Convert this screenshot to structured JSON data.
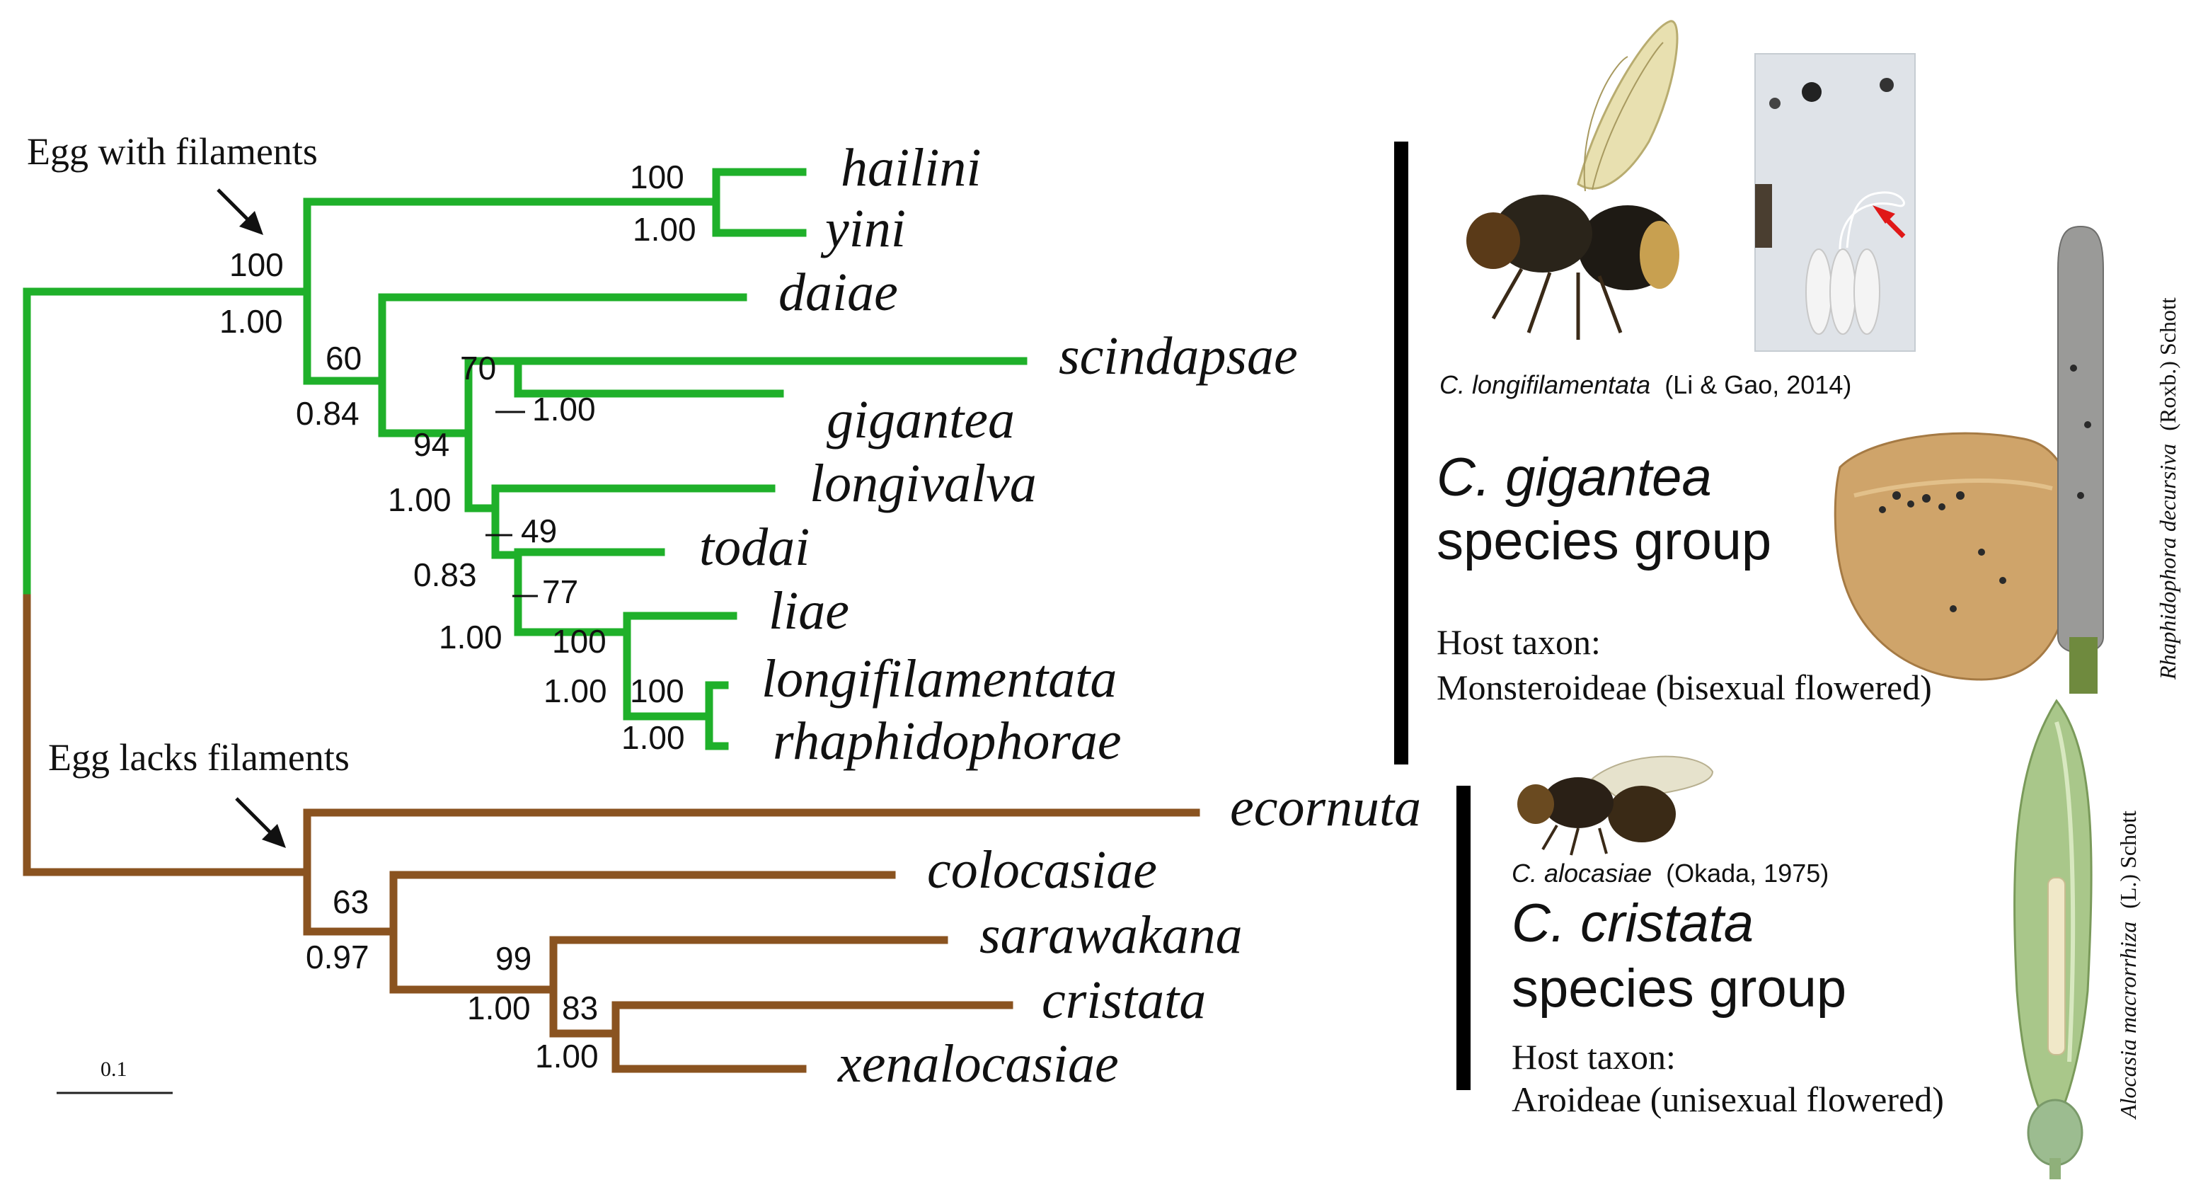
{
  "colors": {
    "group_a": "#1fb02a",
    "group_b": "#8a5320",
    "bar": "#000000"
  },
  "annotations": {
    "egg_with": "Egg with filaments",
    "egg_lacks": "Egg lacks filaments"
  },
  "scale_bar": {
    "label": "0.1"
  },
  "taxa": {
    "hailini": "hailini",
    "yini": "yini",
    "daiae": "daiae",
    "scindapsae": "scindapsae",
    "gigantea": "gigantea",
    "longivalva": "longivalva",
    "todai": "todai",
    "liae": "liae",
    "longifilamentata": "longifilamentata",
    "rhaphidophorae": "rhaphidophorae",
    "ecornuta": "ecornuta",
    "colocasiae": "colocasiae",
    "sarawakana": "sarawakana",
    "cristata": "cristata",
    "xenalocasiae": "xenalocasiae"
  },
  "supports": {
    "hy_bs": "100",
    "hy_pp": "1.00",
    "a_bs": "100",
    "a_pp": "1.00",
    "n60_bs": "60",
    "n60_pp": "0.84",
    "n70_bs": "70",
    "n70_pp": "1.00",
    "n94_bs": "94",
    "n94_pp": "1.00",
    "n49_bs": "49",
    "n49_pp": "0.83",
    "n77_bs": "77",
    "n77_pp": "1.00",
    "n100a_bs": "100",
    "n100a_pp": "1.00",
    "n100b_bs": "100",
    "n100b_pp": "1.00",
    "b_bs": "63",
    "b_pp": "0.97",
    "n99_bs": "99",
    "n99_pp": "1.00",
    "n83_bs": "83",
    "n83_pp": "1.00"
  },
  "group_a": {
    "caption_species": "C. longifilamentata",
    "caption_auth": "(Li & Gao, 2014)",
    "title_line1": "C. gigantea",
    "title_line2": "species group",
    "host_label": "Host taxon:",
    "host_value": "Monsteroideae (bisexual flowered)",
    "plant_species": "Rhaphidophora decursiva",
    "plant_auth": "(Roxb.) Schott"
  },
  "group_b": {
    "caption_species": "C. alocasiae",
    "caption_auth": "(Okada, 1975)",
    "title_line1": "C. cristata",
    "title_line2": "species group",
    "host_label": "Host taxon:",
    "host_value": "Aroideae (unisexual flowered)",
    "plant_species": "Alocasia macrorrhiza",
    "plant_auth": "(L.) Schott"
  }
}
